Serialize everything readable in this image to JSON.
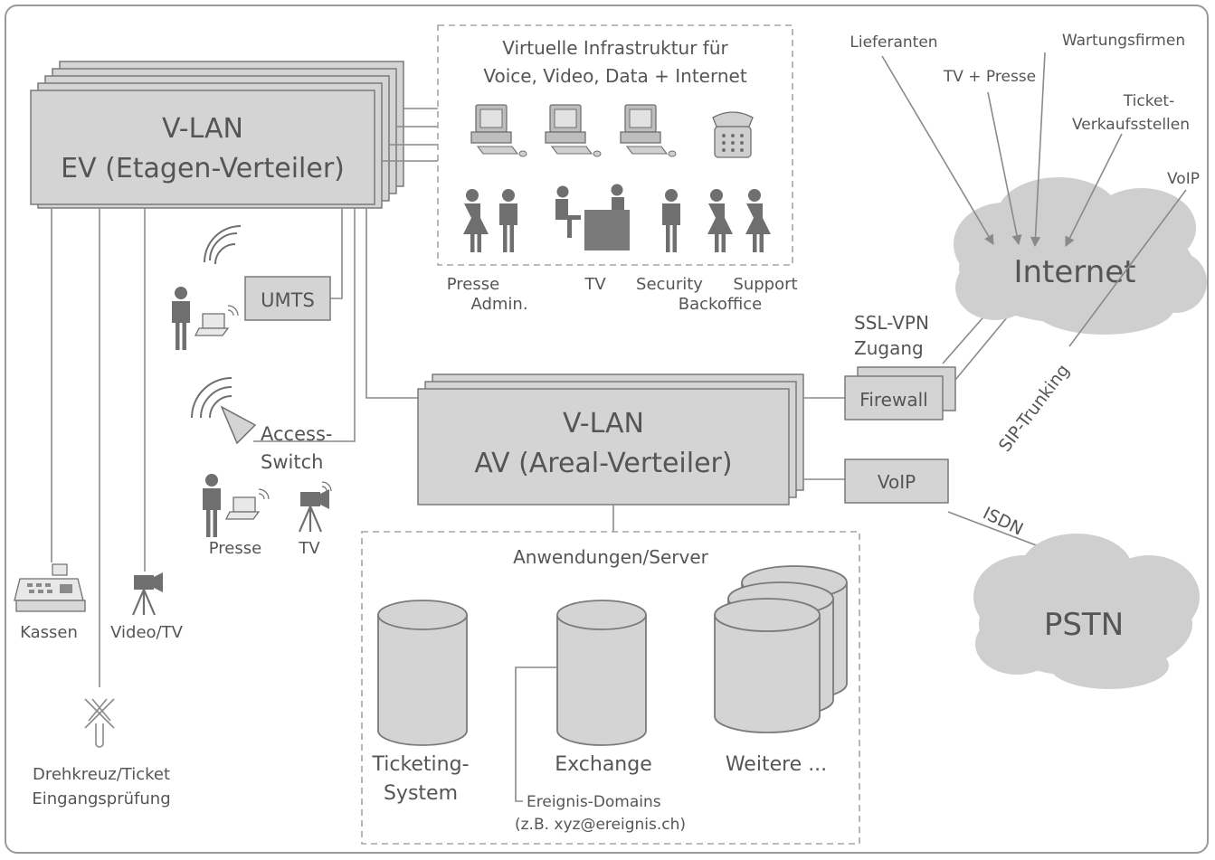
{
  "ev": {
    "title": "V-LAN",
    "subtitle": "EV (Etagen-Verteiler)"
  },
  "av": {
    "title": "V-LAN",
    "subtitle": "AV (Areal-Verteiler)"
  },
  "virtual": {
    "line1": "Virtuelle Infrastruktur für",
    "line2": "Voice, Video, Data + Internet"
  },
  "roles": {
    "presse": "Presse",
    "admin": "Admin.",
    "tv": "TV",
    "security": "Security",
    "backoffice": "Backoffice",
    "support": "Support"
  },
  "umts": "UMTS",
  "access_switch": {
    "line1": "Access-",
    "line2": "Switch"
  },
  "wireless_users": {
    "presse": "Presse",
    "tv": "TV"
  },
  "left_devices": {
    "kassen": "Kassen",
    "video": "Video/TV",
    "drehkreuz1": "Drehkreuz/Ticket",
    "drehkreuz2": "Eingangsprüfung"
  },
  "internet": {
    "label": "Internet",
    "sources": {
      "lieferanten": "Lieferanten",
      "tv_presse": "TV + Presse",
      "wartung": "Wartungsfirmen",
      "ticket1": "Ticket-",
      "ticket2": "Verkaufsstellen",
      "voip": "VoIP"
    }
  },
  "sslvpn": {
    "line1": "SSL-VPN",
    "line2": "Zugang"
  },
  "firewall": "Firewall",
  "voip_box": "VoIP",
  "sip": "SIP-Trunking",
  "isdn": "ISDN",
  "pstn": "PSTN",
  "servers": {
    "title": "Anwendungen/Server",
    "ticketing1": "Ticketing-",
    "ticketing2": "System",
    "exchange": "Exchange",
    "weitere": "Weitere ...",
    "domains1": "Ereignis-Domains",
    "domains2": "(z.B. xyz@ereignis.ch)"
  }
}
